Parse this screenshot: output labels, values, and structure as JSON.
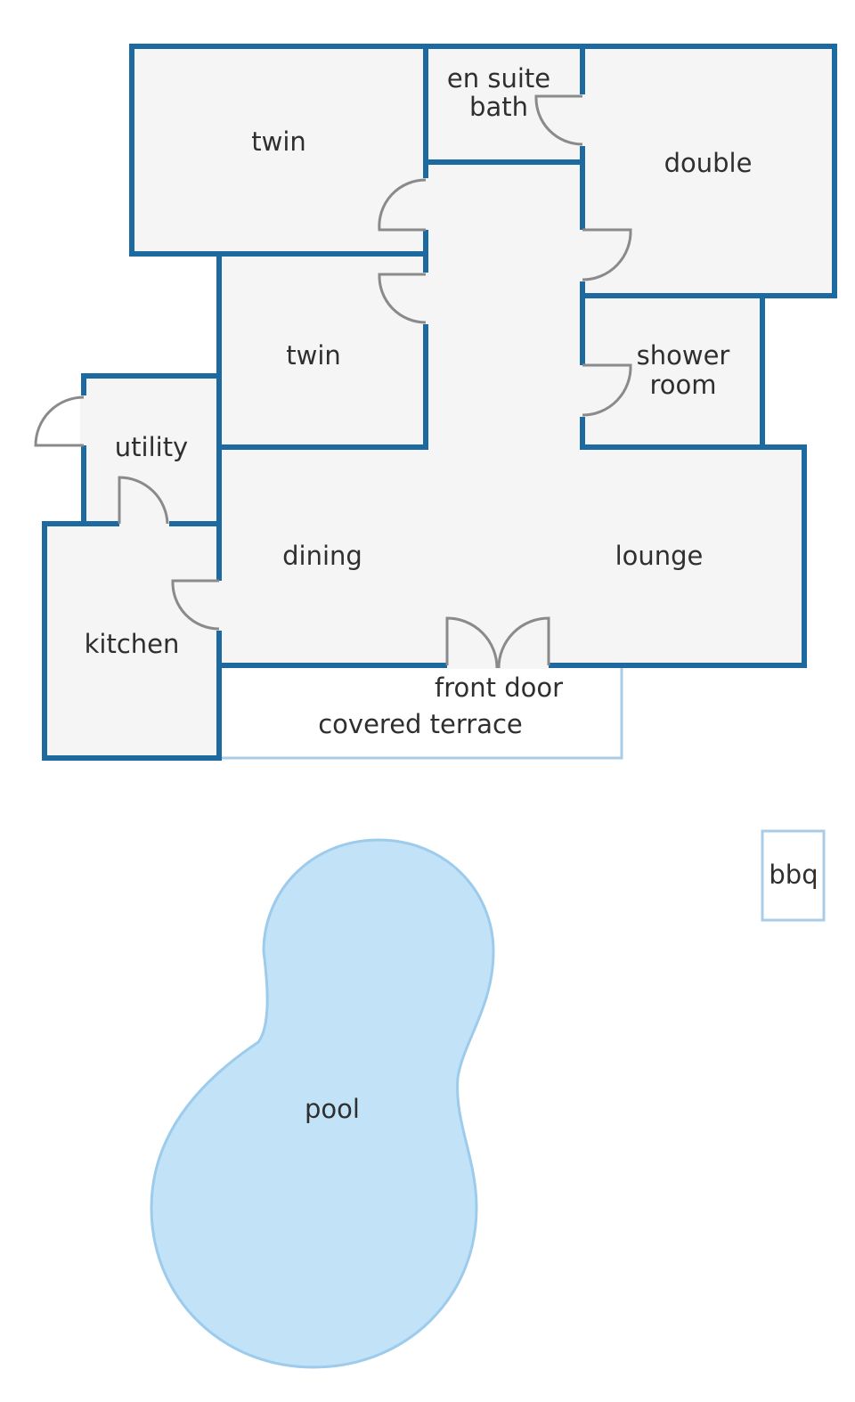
{
  "colors": {
    "wall": "#1c6aa0",
    "floor": "#f5f5f5",
    "door": "#8a8a8a",
    "terrace_outline": "#a9cde8",
    "pool_fill": "#c2e2f7",
    "pool_outline": "#9dcbec",
    "text": "#2f2f2f",
    "background": "#ffffff"
  },
  "rooms": {
    "twin_top": "twin",
    "ensuite_line1": "en suite",
    "ensuite_line2": "bath",
    "double": "double",
    "twin_middle": "twin",
    "shower_line1": "shower",
    "shower_line2": "room",
    "utility": "utility",
    "dining": "dining",
    "lounge": "lounge",
    "kitchen": "kitchen",
    "front_door": "front door",
    "covered_terrace": "covered terrace"
  },
  "outdoor": {
    "pool": "pool",
    "bbq": "bbq"
  }
}
